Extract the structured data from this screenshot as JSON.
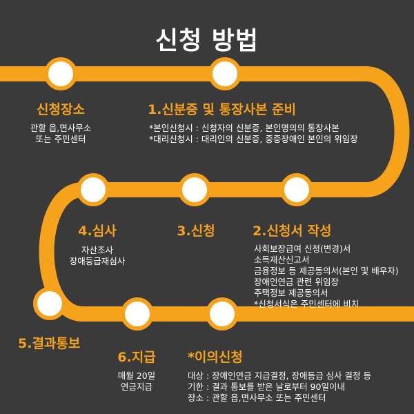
{
  "title": "신청 방법",
  "colors": {
    "background": "#3a3a3a",
    "track": "#f7a21b",
    "label": "#f7a21b",
    "text": "#ffffff",
    "node": "#ffffff"
  },
  "steps": [
    {
      "label": "신청장소",
      "lines": [
        "관할 읍,면사무소",
        "또는 주민센터"
      ]
    },
    {
      "label": "1.신분증 및 통장사본 준비",
      "lines": [
        "*본인신청시 : 신청자의 신분증, 본인명의의 통장사본",
        "*대리신청시 : 대리인의 신분증, 중증장애인 본인의 위임장"
      ]
    },
    {
      "label": "2.신청서 작성",
      "lines": [
        "사회보장급여 신청(변경)서",
        "소득재산신고서",
        "금융정보 등 제공동의서(본인 및 배우자)",
        "장애인연금 관련 위임장",
        "주택정보 제공동의서",
        "*신청서식은 주민센터에 비치"
      ]
    },
    {
      "label": "3.신청",
      "lines": []
    },
    {
      "label": "4.심사",
      "lines": [
        "자산조사",
        "장애등급재심사"
      ]
    },
    {
      "label": "5.결과통보",
      "lines": []
    },
    {
      "label": "6.지급",
      "lines": [
        "매월 20일",
        "연금지급"
      ]
    },
    {
      "label": "*이의신청",
      "lines": [
        "대상 : 장애인연금 지급결정, 장애등급 심사 결정 등",
        "기한 : 결과 통보를 받은 날로부터 90일이내",
        "장소 : 관할 읍,면사무소 또는 주민센터"
      ]
    }
  ]
}
